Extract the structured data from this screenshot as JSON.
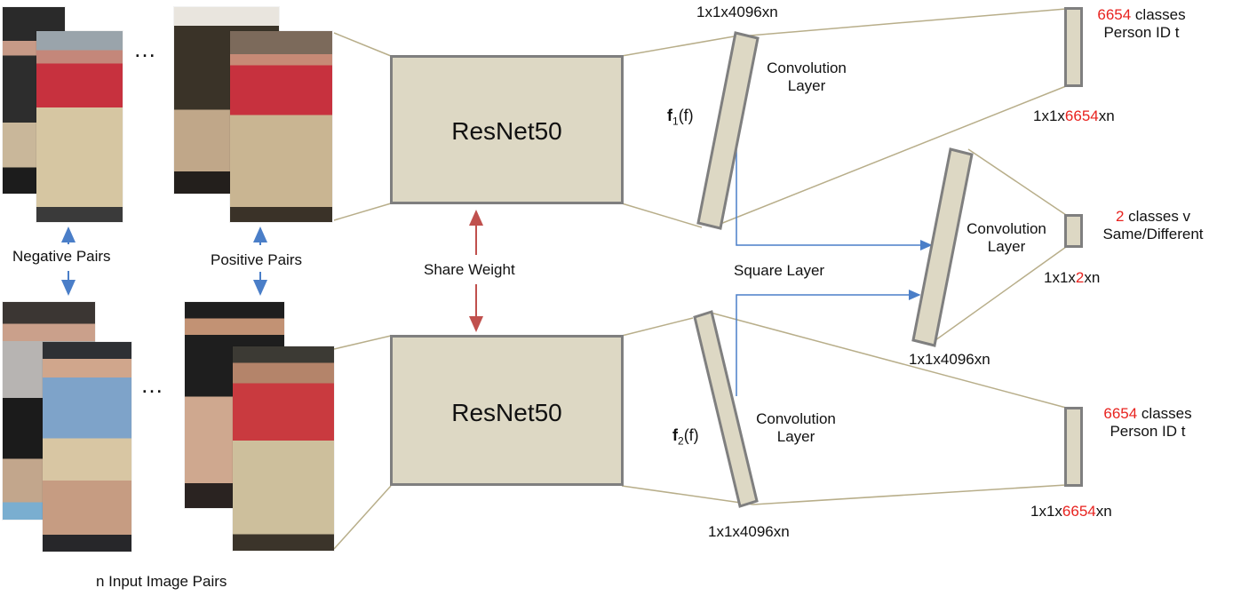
{
  "network": {
    "top_resnet": "ResNet50",
    "bottom_resnet": "ResNet50",
    "share_weight": "Share Weight",
    "square_layer": "Square Layer"
  },
  "inputs": {
    "negative_pairs": "Negative Pairs",
    "positive_pairs": "Positive Pairs",
    "caption": "n Input Image Pairs",
    "ellipsis_top": "…",
    "ellipsis_bottom": "…"
  },
  "branch_top": {
    "dim": "1x1x4096xn",
    "func_main": "f",
    "func_sub": "1",
    "func_arg": "(f)",
    "conv_line1": "Convolution",
    "conv_line2": "Layer"
  },
  "branch_bottom": {
    "dim": "1x1x4096xn",
    "func_main": "f",
    "func_sub": "2",
    "func_arg": "(f)",
    "conv_line1": "Convolution",
    "conv_line2": "Layer"
  },
  "verif": {
    "dim": "1x1x4096xn",
    "conv_line1": "Convolution",
    "conv_line2": "Layer"
  },
  "outputs": {
    "top": {
      "count": "6654",
      "rest": " classes",
      "line2": "Person ID t",
      "dim_pre": "1x1x",
      "dim_num": "6654",
      "dim_post": "xn"
    },
    "mid": {
      "count": "2",
      "rest": " classes v",
      "line2": "Same/Different",
      "dim_pre": "1x1x",
      "dim_num": "2",
      "dim_post": "xn"
    },
    "bottom": {
      "count": "6654",
      "rest": " classes",
      "line2": "Person ID t",
      "dim_pre": "1x1x",
      "dim_num": "6654",
      "dim_post": "xn"
    }
  },
  "colors": {
    "box_fill": "#ddd8c4",
    "box_border": "#7f7f7f",
    "connector": "#b8ae8a",
    "blue_arrow": "#4a7ec8",
    "red_arrow": "#c0504d",
    "highlight": "#e8231f"
  }
}
